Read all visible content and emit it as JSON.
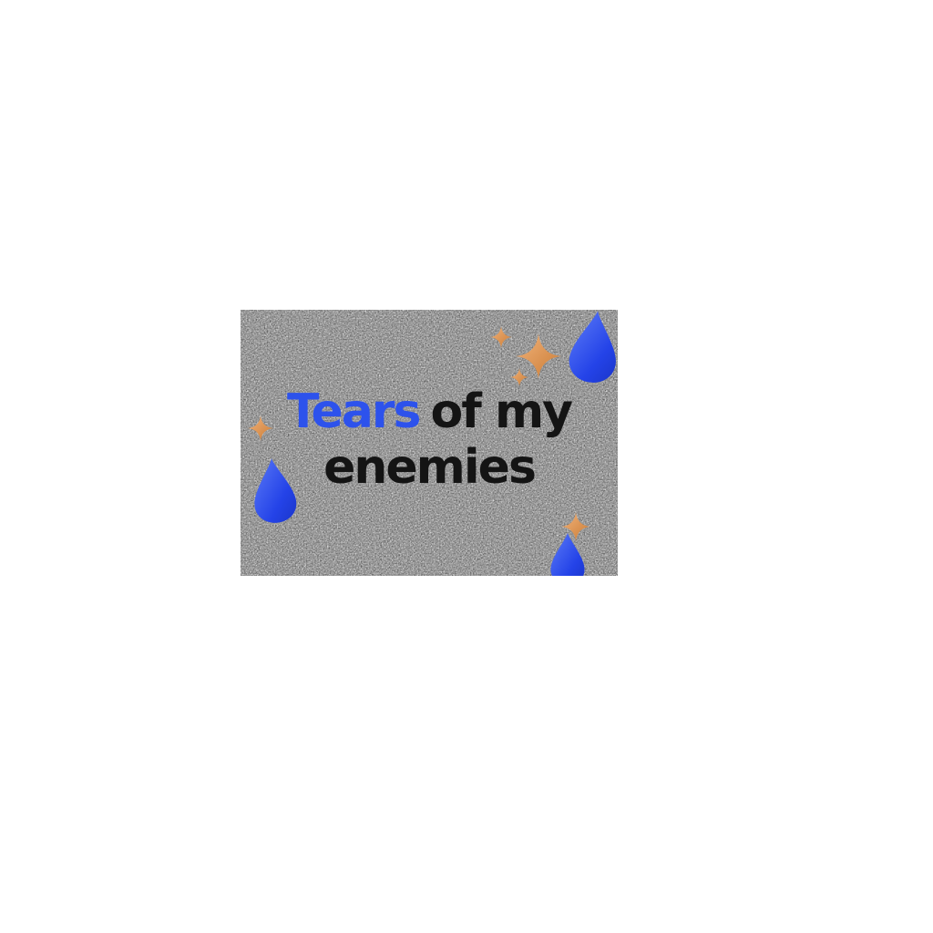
{
  "page": {
    "background": "#ffffff"
  },
  "sticker": {
    "title": {
      "line1_highlight": "Tears",
      "line1_rest": "of my",
      "line2": "enemies"
    },
    "colors": {
      "title_highlight_blue": "#2d52ec",
      "title_dark": "#141414",
      "droplet_blue": "#2443e8",
      "droplet_blue_light": "#5d7cf7",
      "sparkle_gold": "#c97a33",
      "sparkle_gold_light": "#f2b47c",
      "noise_speckle_gray": "#8c8c8c"
    },
    "icons": {
      "droplet": "teardrop-icon",
      "sparkle": "sparkle-icon"
    }
  }
}
